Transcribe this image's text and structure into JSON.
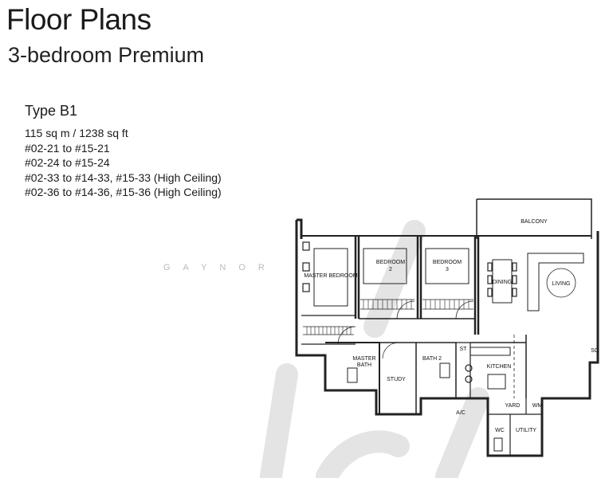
{
  "header": {
    "title": "Floor Plans",
    "subtitle": "3-bedroom Premium"
  },
  "unit": {
    "type": "Type B1",
    "specs": [
      "115 sq m / 1238 sq ft",
      "#02-21 to #15-21",
      "#02-24 to #15-24",
      "#02-33 to #14-33, #15-33 (High Ceiling)",
      "#02-36 to #14-36, #15-36 (High Ceiling)"
    ]
  },
  "watermark": {
    "text": "GAYNOR"
  },
  "plan": {
    "rooms": {
      "balcony": "BALCONY",
      "master_bedroom": "MASTER BEDROOM",
      "bedroom2_a": "BEDROOM",
      "bedroom2_b": "2",
      "bedroom3_a": "BEDROOM",
      "bedroom3_b": "3",
      "dining": "DINING",
      "living": "LIVING",
      "master_bath_a": "MASTER",
      "master_bath_b": "BATH",
      "study": "STUDY",
      "bath2": "BATH 2",
      "st": "ST",
      "kitchen": "KITCHEN",
      "sc": "SC",
      "yard": "YARD",
      "wm": "WM",
      "ac": "A/C",
      "wc": "WC",
      "utility": "UTILITY"
    }
  }
}
